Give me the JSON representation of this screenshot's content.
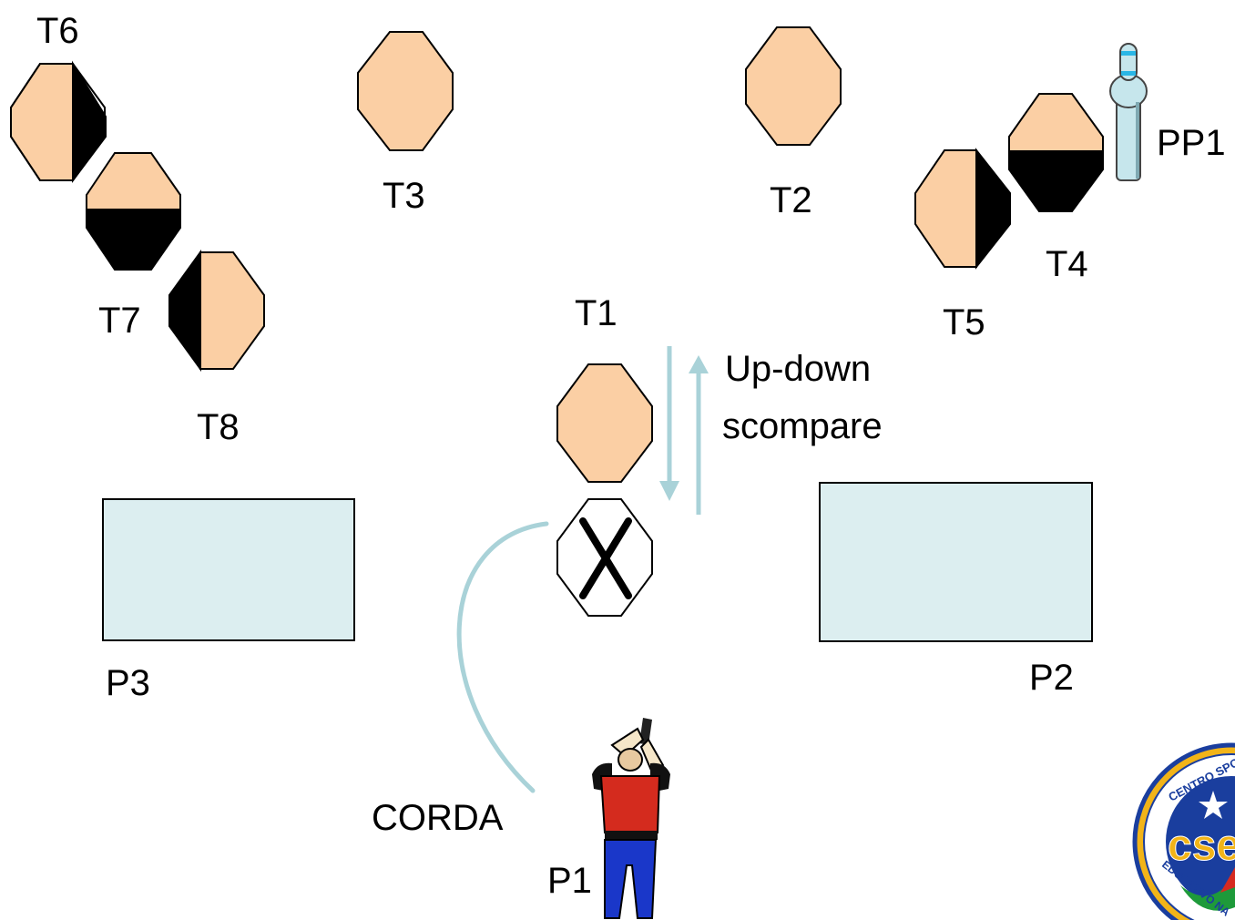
{
  "colors": {
    "target_fill": "#FBCFA4",
    "target_black": "#000000",
    "box_fill": "#DCEEF0",
    "rope": "#A9D2D8",
    "arrow": "#A9D2D8",
    "shirt": "#D42B1E",
    "pants": "#1A37C9",
    "logo_blue": "#1A3E9E",
    "logo_gold": "#F2B418",
    "logo_green": "#1E9A3A",
    "logo_red": "#D62A20"
  },
  "targets": {
    "t1": "T1",
    "t2": "T2",
    "t3": "T3",
    "t4": "T4",
    "t5": "T5",
    "t6": "T6",
    "t7": "T7",
    "t8": "T8"
  },
  "popper": {
    "label": "PP1",
    "icon": "popper-icon"
  },
  "positions": {
    "p1": "P1",
    "p2": "P2",
    "p3": "P3"
  },
  "annotations": {
    "updown_line1": "Up-down",
    "updown_line2": "scompare",
    "rope": "CORDA"
  },
  "logo": {
    "icon": "cse-logo",
    "ring_text": "CENTRO SPORTIVO EDUCATIVO NAZIONALE",
    "letters": "cse"
  }
}
